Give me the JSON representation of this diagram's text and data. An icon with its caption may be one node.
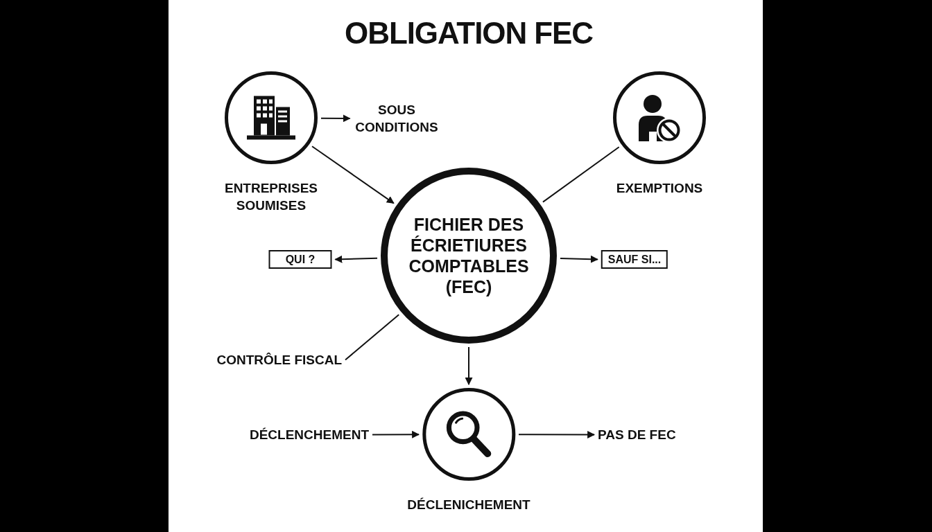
{
  "diagram": {
    "title": "OBLIGATION FEC",
    "nodes": [
      {
        "text": [
          "ENTREPRISES SOUMISES"
        ]
      },
      {
        "text": [
          "SOUS CONDITIONS"
        ]
      },
      {
        "text": [
          "EXEMPTIONS"
        ]
      },
      {
        "text": [
          "FICHIER DES ÉCRIETIURES COMPTABLES (FEC)"
        ]
      },
      {
        "text": [
          "QUI ?"
        ]
      },
      {
        "text": [
          "SAUF SI..."
        ]
      },
      {
        "text": [
          "CONTRÔLE FISCAL"
        ]
      },
      {
        "text": [
          "DÉCLENCHEMENT"
        ]
      },
      {
        "text": [
          "DÉCLENICHEMENT"
        ]
      },
      {
        "text": [
          "PAS DE FEC"
        ]
      }
    ],
    "edges": [
      {
        "from": 0,
        "to": 1,
        "arrow": "to"
      },
      {
        "from": 0,
        "to": 3,
        "arrow": "to"
      },
      {
        "from": 2,
        "to": 3,
        "arrow": "none"
      },
      {
        "from": 3,
        "to": 4,
        "arrow": "to"
      },
      {
        "from": 3,
        "to": 5,
        "arrow": "to"
      },
      {
        "from": 6,
        "to": 3,
        "arrow": "none"
      },
      {
        "from": 3,
        "to": 8,
        "arrow": "to"
      },
      {
        "from": 7,
        "to": 8,
        "arrow": "to"
      },
      {
        "from": 8,
        "to": 9,
        "arrow": "to"
      }
    ]
  }
}
